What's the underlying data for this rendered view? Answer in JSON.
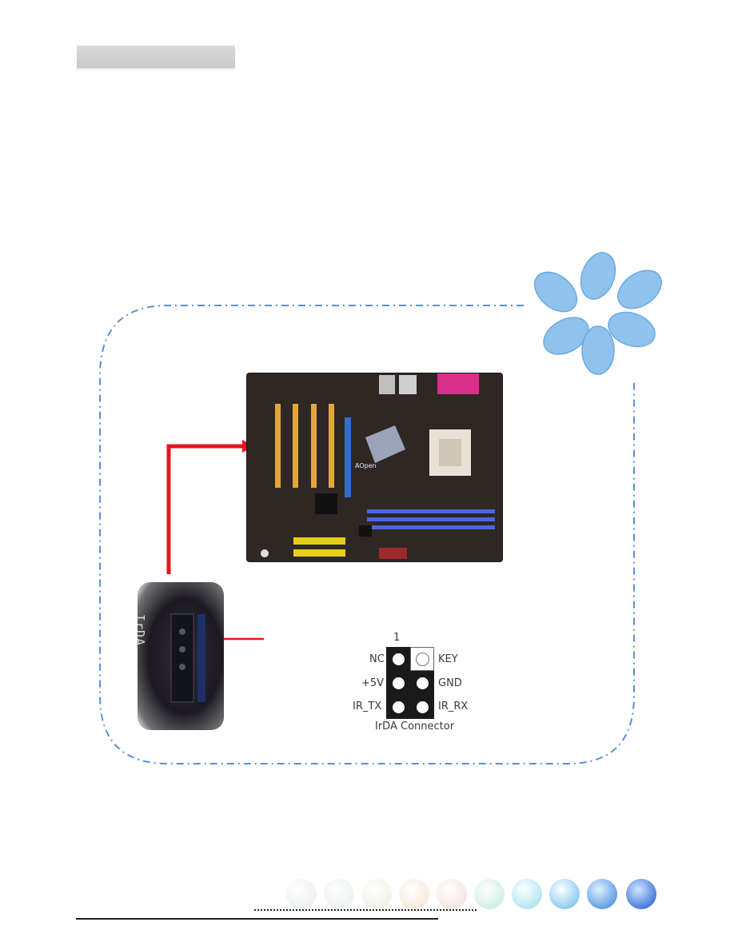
{
  "pinout": {
    "pin1_label": "1",
    "left": {
      "nc": "NC",
      "v5": "+5V",
      "tx": "IR_TX"
    },
    "right": {
      "key": "KEY",
      "gnd": "GND",
      "rx": "IR_RX"
    },
    "caption": "IrDA Connector"
  },
  "closeup": {
    "silkscreen": "IrDA"
  },
  "board": {
    "logo": "AOpen"
  },
  "colors": {
    "frame": "#5b8fd6",
    "arrow": "#e8141c",
    "header_bar": "#d4d4d4",
    "flower": "#8fc3ee",
    "balls": [
      "#eef2f3",
      "#eef2f1",
      "#f3f3ea",
      "#f7ece2",
      "#f6e6e2",
      "#cdeee3",
      "#a6e3ee",
      "#78c6ef",
      "#3d8fe0",
      "#1d5ed8"
    ]
  }
}
